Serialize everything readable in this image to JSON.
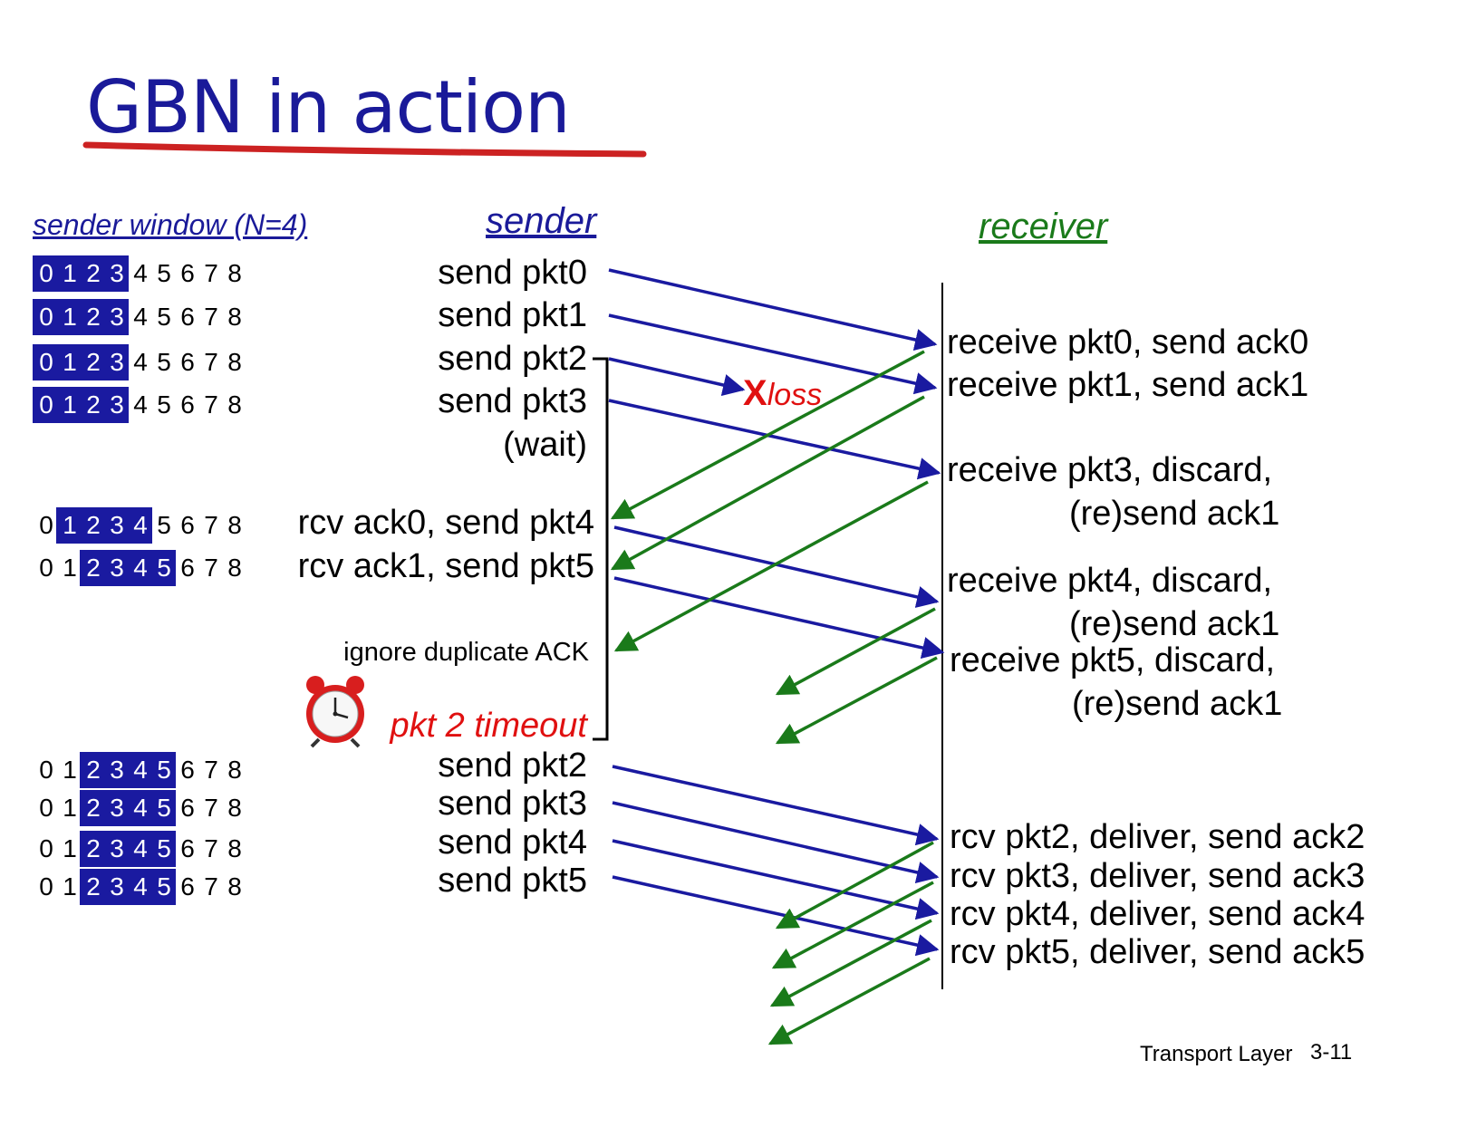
{
  "title": "GBN in action",
  "headers": {
    "sender_window": "sender window (N=4)",
    "sender": "sender",
    "receiver": "receiver"
  },
  "sender_windows": [
    {
      "start": 0,
      "size": 4
    },
    {
      "start": 0,
      "size": 4
    },
    {
      "start": 0,
      "size": 4
    },
    {
      "start": 0,
      "size": 4
    },
    {
      "start": 1,
      "size": 4
    },
    {
      "start": 2,
      "size": 4
    },
    {
      "start": 2,
      "size": 4
    },
    {
      "start": 2,
      "size": 4
    },
    {
      "start": 2,
      "size": 4
    },
    {
      "start": 2,
      "size": 4
    }
  ],
  "sequence_numbers": [
    "0",
    "1",
    "2",
    "3",
    "4",
    "5",
    "6",
    "7",
    "8"
  ],
  "sender_events": [
    "send  pkt0",
    "send  pkt1",
    "send  pkt2",
    "send  pkt3",
    "(wait)",
    "rcv ack0, send pkt4",
    "rcv ack1, send pkt5",
    "ignore duplicate ACK",
    "pkt 2 timeout",
    "send  pkt2",
    "send  pkt3",
    "send  pkt4",
    "send  pkt5"
  ],
  "receiver_events": [
    "receive pkt0, send ack0",
    "receive pkt1, send ack1",
    "receive pkt3, discard,",
    "(re)send ack1",
    "receive pkt4, discard,",
    "(re)send ack1",
    "receive pkt5, discard,",
    "(re)send ack1",
    "rcv pkt2, deliver, send ack2",
    "rcv pkt3, deliver, send ack3",
    "rcv pkt4, deliver, send ack4",
    "rcv pkt5, deliver, send ack5"
  ],
  "loss": {
    "mark": "X",
    "label": "loss"
  },
  "footer": {
    "chapter": "Transport Layer",
    "page": "3-11"
  },
  "colors": {
    "title": "#1a1a99",
    "packet": "#1a1aa0",
    "ack": "#1a7a1a",
    "loss": "#e01010",
    "underline": "#cc2222"
  }
}
